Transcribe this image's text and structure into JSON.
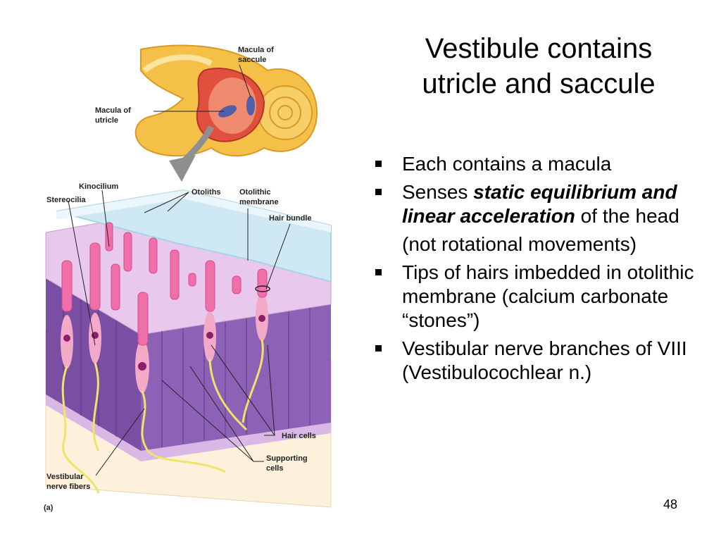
{
  "slide": {
    "title_line1": "Vestibule contains",
    "title_line2": "utricle and saccule",
    "page_number": "48"
  },
  "bullets": [
    {
      "text": "Each contains  a macula"
    },
    {
      "prefix": "Senses ",
      "emphasis": "static equilibrium and linear acceleration",
      "suffix": " of the head"
    },
    {
      "text": "(not rotational movements)"
    },
    {
      "text": "Tips of hairs imbedded in otolithic membrane (calcium carbonate “stones”)"
    },
    {
      "text": "Vestibular nerve branches of VIII (Vestibulocochlear n.)"
    }
  ],
  "figure": {
    "labels": {
      "macula_saccule_1": "Macula of",
      "macula_saccule_2": "saccule",
      "macula_utricle_1": "Macula of",
      "macula_utricle_2": "utricle",
      "kinocilium": "Kinocilium",
      "stereocilia": "Stereocilia",
      "otoliths": "Otoliths",
      "otolithic_1": "Otolithic",
      "otolithic_2": "membrane",
      "hair_bundle": "Hair bundle",
      "hair_cells": "Hair cells",
      "supporting_1": "Supporting",
      "supporting_2": "cells",
      "vestibular_1": "Vestibular",
      "vestibular_2": "nerve fibers",
      "panel": "(a)"
    }
  }
}
